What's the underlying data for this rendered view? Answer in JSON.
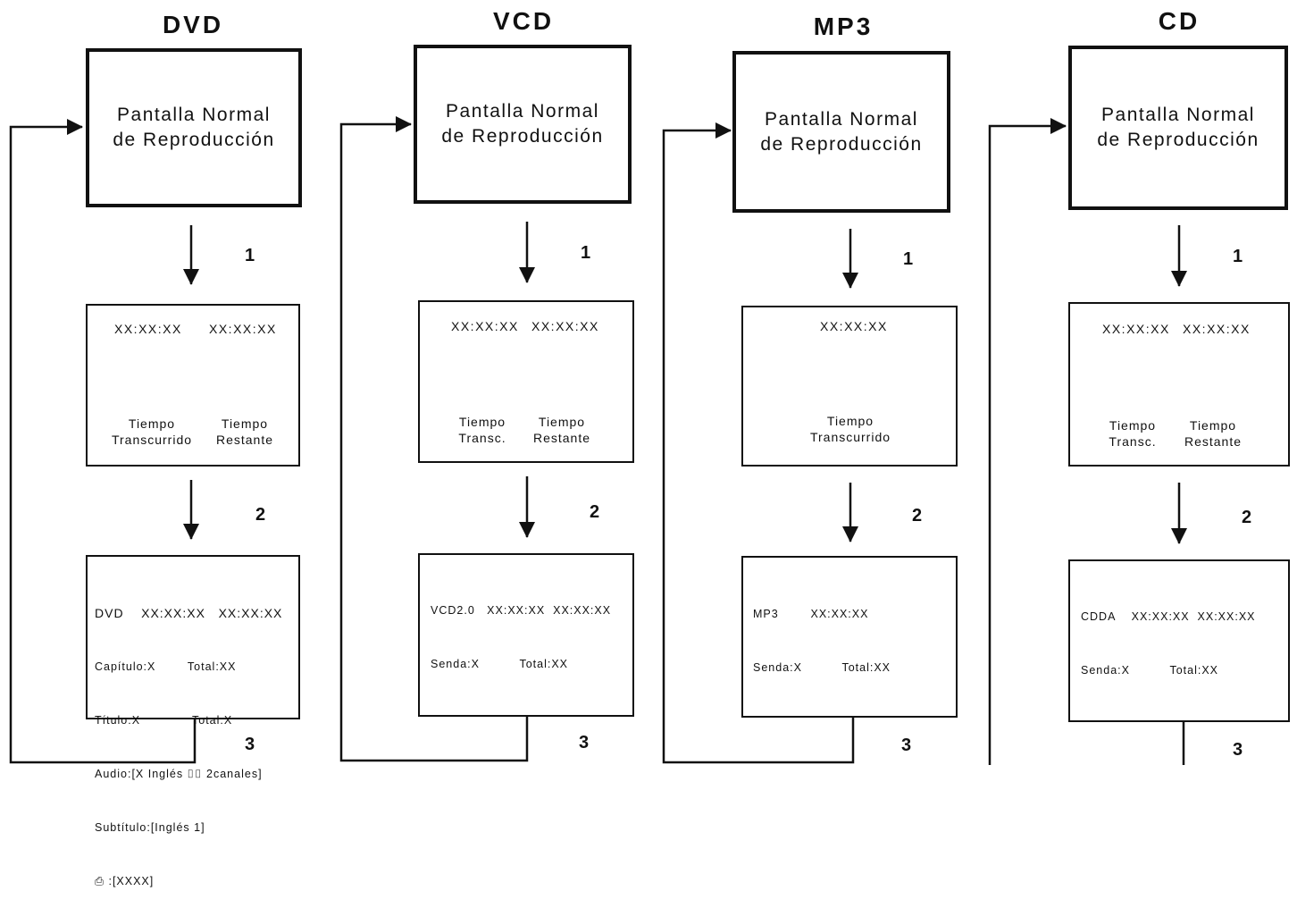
{
  "columns": [
    {
      "title": "DVD",
      "normal_line1": "Pantalla Normal",
      "normal_line2": "de Reproducción",
      "step1": "1",
      "step2": "2",
      "step3": "3",
      "time1": "XX:XX:XX",
      "time2": "XX:XX:XX",
      "label1": [
        "Tiempo",
        "Transcurrido"
      ],
      "label2": [
        "Tiempo",
        "Restante"
      ],
      "info": [
        "DVD    XX:XX:XX   XX:XX:XX",
        "Capítulo:X        Total:XX",
        "Título:X             Total:X",
        "Audio:[X Inglés ⌷⌷ 2canales]",
        "Subtítulo:[Inglés 1]",
        "⎙ :[XXXX]"
      ]
    },
    {
      "title": "VCD",
      "normal_line1": "Pantalla Normal",
      "normal_line2": "de Reproducción",
      "step1": "1",
      "step2": "2",
      "step3": "3",
      "time1": "XX:XX:XX",
      "time2": "XX:XX:XX",
      "label1": [
        "Tiempo",
        "Transc."
      ],
      "label2": [
        "Tiempo",
        "Restante"
      ],
      "info": [
        "VCD2.0   XX:XX:XX  XX:XX:XX",
        "Senda:X          Total:XX"
      ]
    },
    {
      "title": "MP3",
      "normal_line1": "Pantalla Normal",
      "normal_line2": "de Reproducción",
      "step1": "1",
      "step2": "2",
      "step3": "3",
      "time1": "XX:XX:XX",
      "label1": [
        "Tiempo",
        "Transcurrido"
      ],
      "info": [
        "MP3        XX:XX:XX",
        "Senda:X          Total:XX"
      ]
    },
    {
      "title": "CD",
      "normal_line1": "Pantalla Normal",
      "normal_line2": "de Reproducción",
      "step1": "1",
      "step2": "2",
      "step3": "3",
      "time1": "XX:XX:XX",
      "time2": "XX:XX:XX",
      "label1": [
        "Tiempo",
        "Transc."
      ],
      "label2": [
        "Tiempo",
        "Restante"
      ],
      "info": [
        "CDDA    XX:XX:XX  XX:XX:XX",
        "Senda:X          Total:XX"
      ]
    }
  ]
}
